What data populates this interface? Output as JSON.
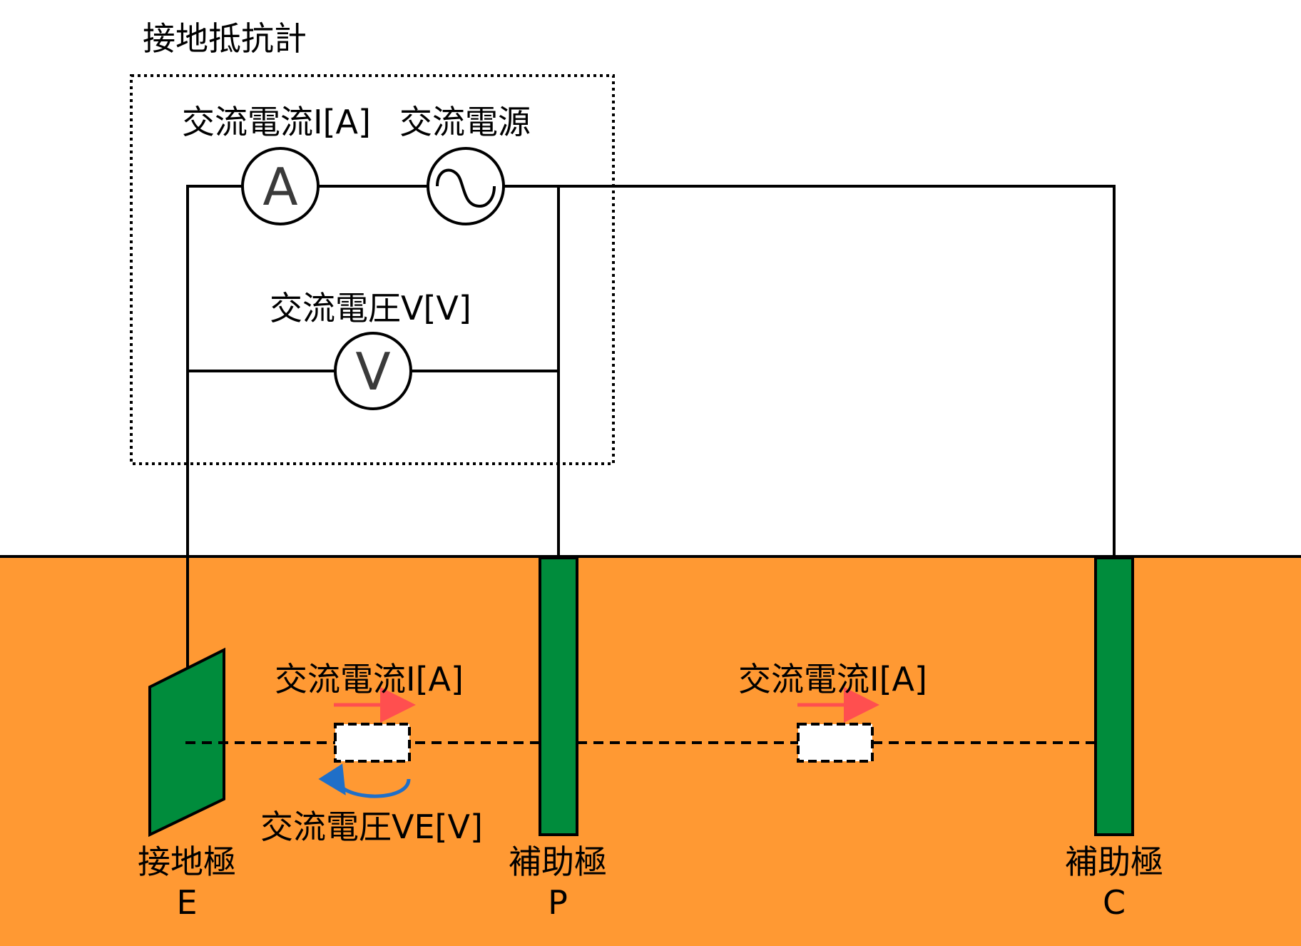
{
  "title": "接地抵抗計",
  "meter": {
    "ammeter_label": "交流電流I[A]",
    "ammeter_symbol": "A",
    "source_label": "交流電源",
    "voltmeter_label": "交流電圧V[V]",
    "voltmeter_symbol": "V"
  },
  "ground": {
    "current_label_left": "交流電流I[A]",
    "current_label_right": "交流電流I[A]",
    "voltage_drop_label": "交流電圧VE[V]"
  },
  "electrodes": {
    "e": {
      "name": "接地極",
      "letter": "E"
    },
    "p": {
      "name": "補助極",
      "letter": "P"
    },
    "c": {
      "name": "補助極",
      "letter": "C"
    }
  },
  "colors": {
    "soil": "#FF9933",
    "electrode": "#008C3C",
    "current_arrow": "#FF4F4F",
    "voltage_arrow": "#1F6FC8",
    "wire": "#000000"
  }
}
